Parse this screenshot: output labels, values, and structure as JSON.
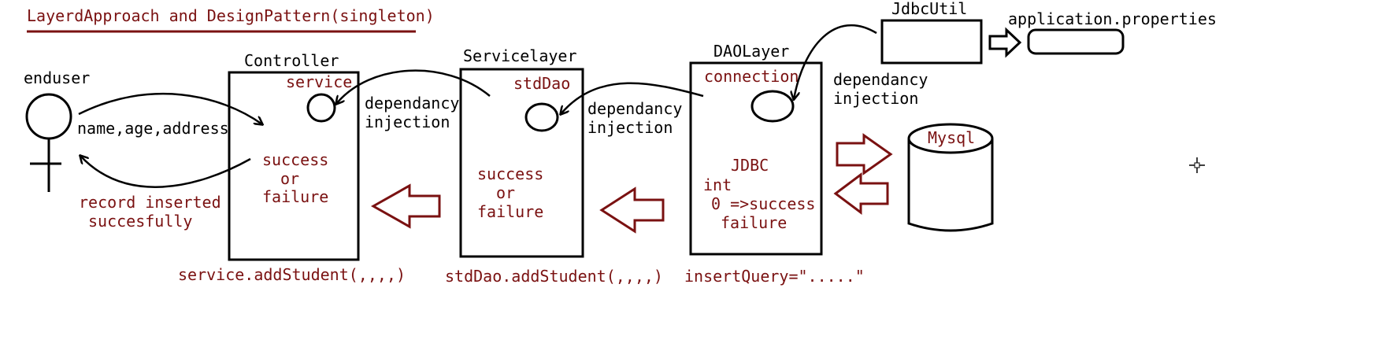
{
  "title": "LayerdApproach and DesignPattern(singleton)",
  "enduser": {
    "label": "enduser",
    "request_text": "name,age,address",
    "response_line1": "record inserted",
    "response_line2": "succesfully"
  },
  "controller": {
    "label": "Controller",
    "field": "service",
    "result_line1": "success",
    "result_line2": "or",
    "result_line3": "failure",
    "call": "service.addStudent(,,,,)"
  },
  "servicelayer": {
    "label": "Servicelayer",
    "field": "stdDao",
    "result_line1": "success",
    "result_line2": "or",
    "result_line3": "failure",
    "call": "stdDao.addStudent(,,,,)"
  },
  "daolayer": {
    "label": "DAOLayer",
    "field": "connection",
    "tech": "JDBC",
    "int_label": "int",
    "success_label": "0 =>success",
    "failure_label": "failure",
    "query": "insertQuery=\".....\""
  },
  "injection_labels": {
    "line1": "dependancy",
    "line2": "injection"
  },
  "jdbcutil": {
    "label": "JdbcUtil",
    "properties": "application.properties"
  },
  "database": {
    "label": "Mysql"
  },
  "colors": {
    "accent": "#7a1111",
    "ink": "#000000",
    "background": "#ffffff"
  }
}
